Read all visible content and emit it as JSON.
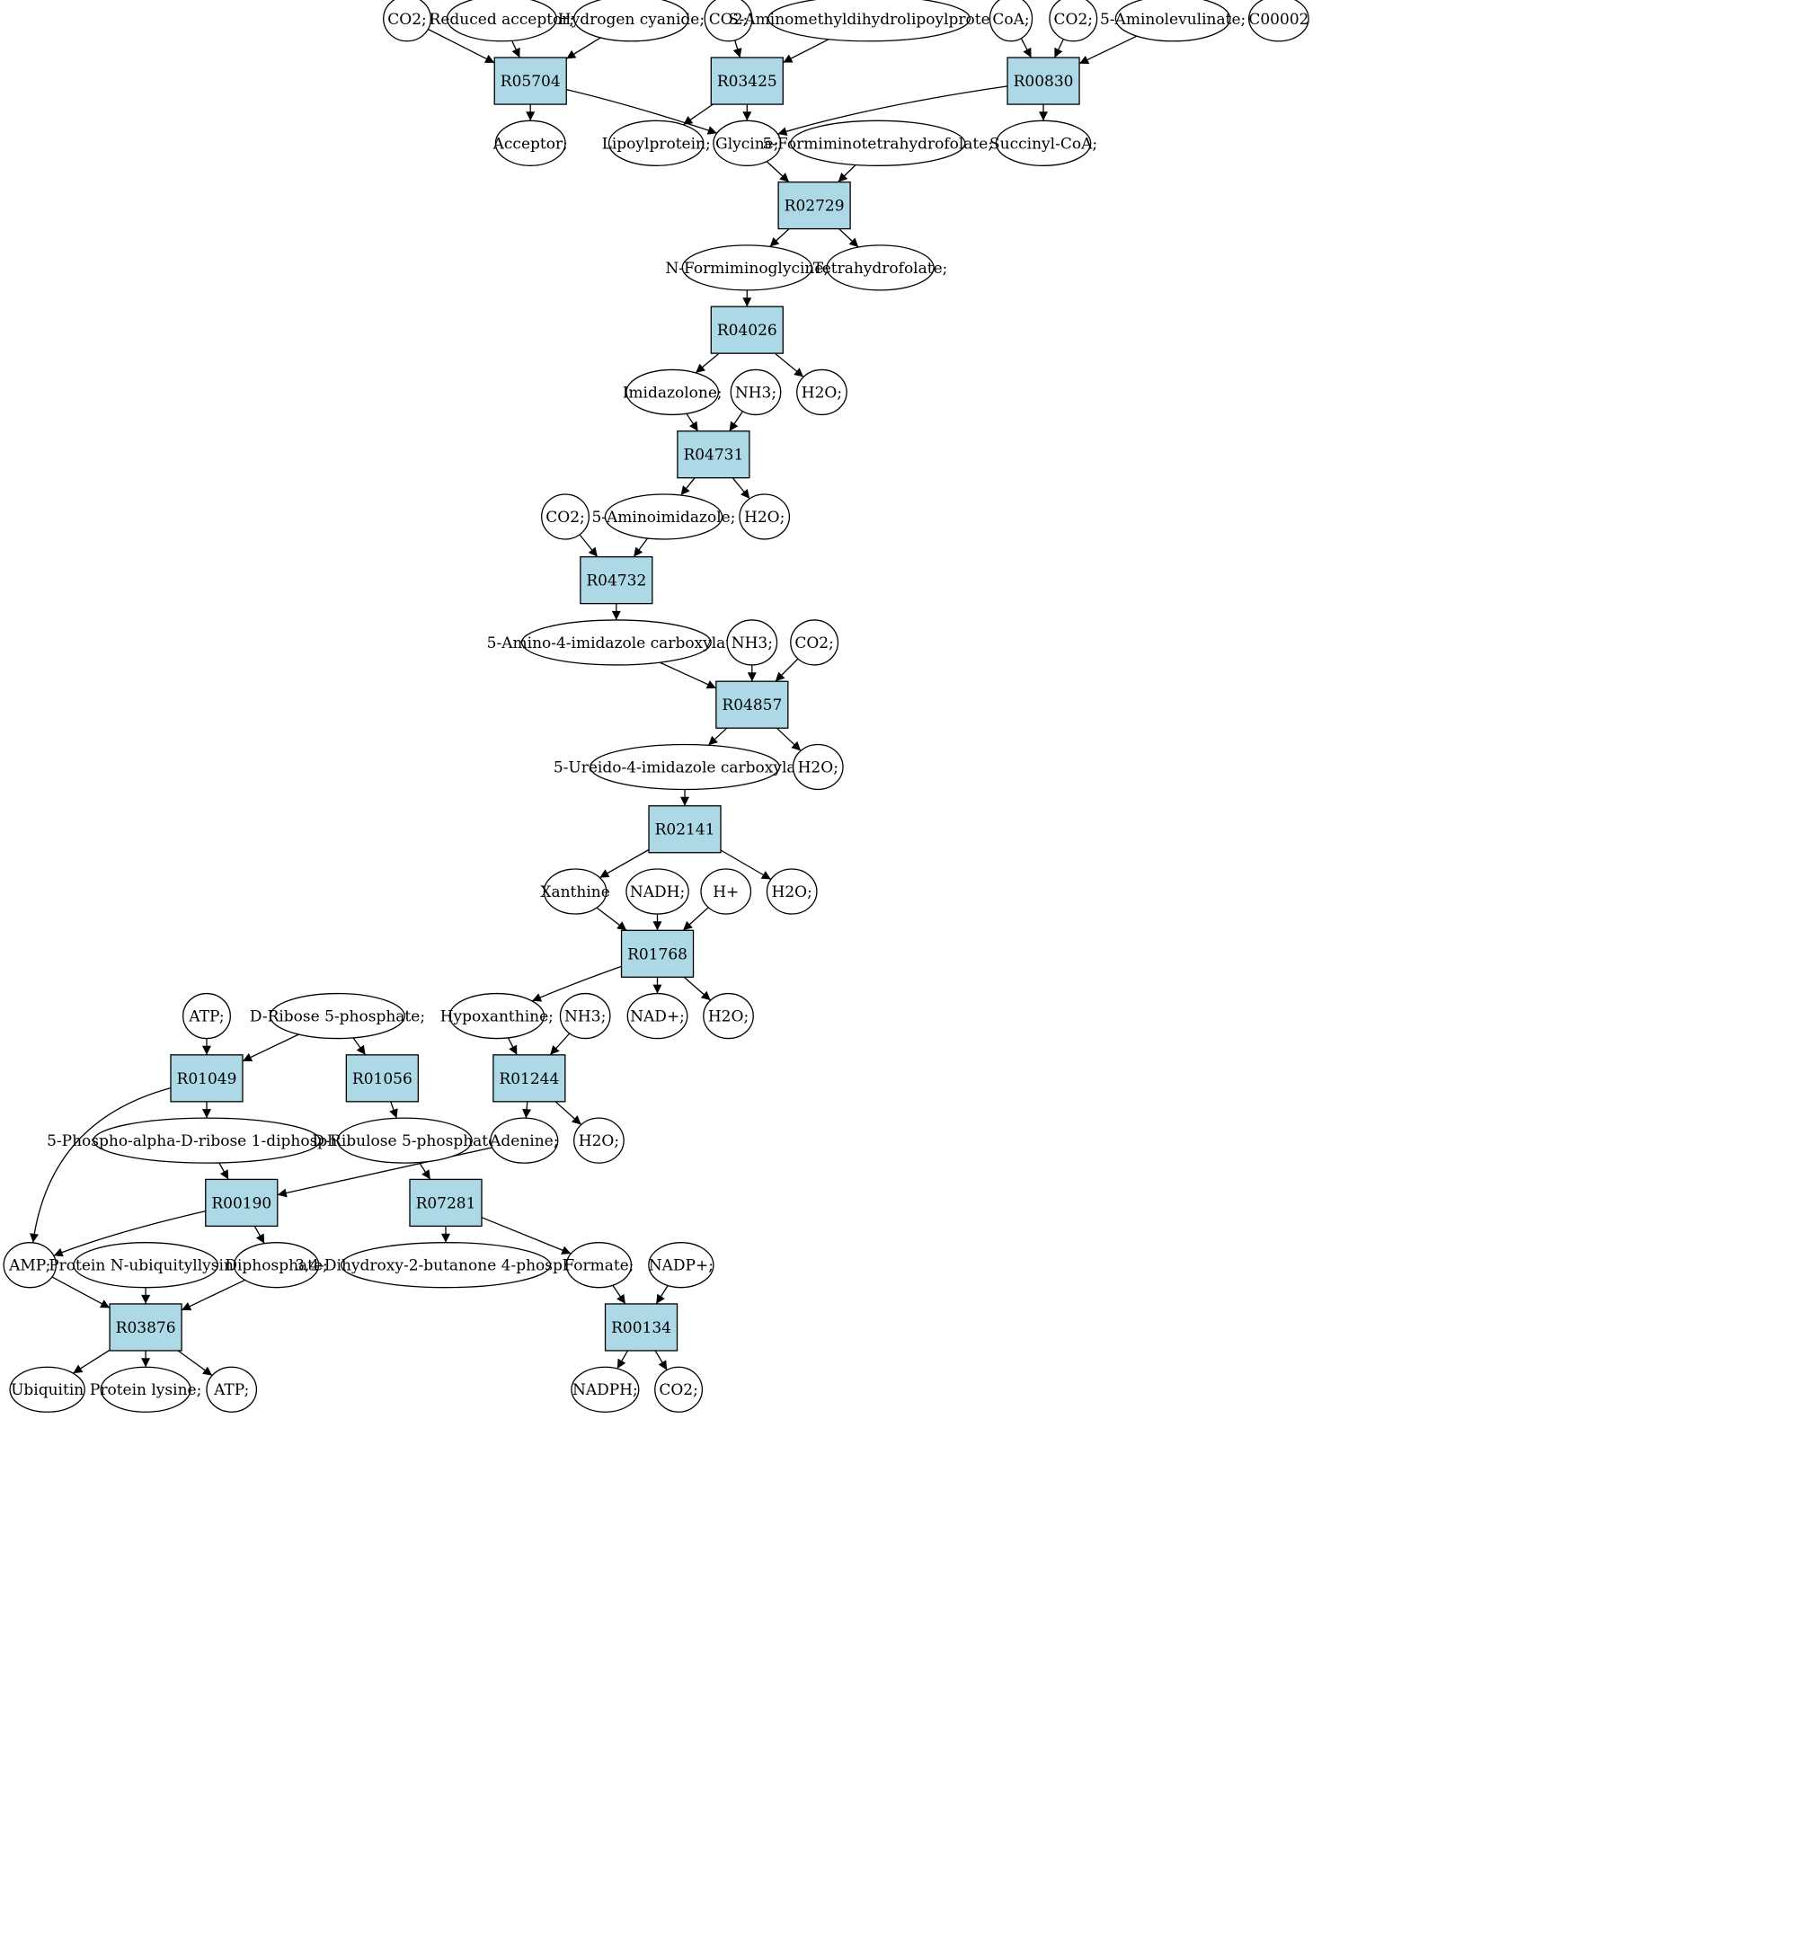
{
  "colors": {
    "reaction_fill": "#add8e6",
    "compound_fill": "#ffffff",
    "highlight_green": "#00ff00",
    "highlight_yellow": "#ffff00",
    "line": "#000000"
  },
  "reactions": [
    {
      "id": "r05704",
      "label": "R05704"
    },
    {
      "id": "r03425",
      "label": "R03425"
    },
    {
      "id": "r00830",
      "label": "R00830"
    },
    {
      "id": "r02729",
      "label": "R02729"
    },
    {
      "id": "r04026",
      "label": "R04026"
    },
    {
      "id": "r04731",
      "label": "R04731"
    },
    {
      "id": "r04732",
      "label": "R04732"
    },
    {
      "id": "r04857",
      "label": "R04857"
    },
    {
      "id": "r02141",
      "label": "R02141"
    },
    {
      "id": "r01768",
      "label": "R01768"
    },
    {
      "id": "r01049",
      "label": "R01049"
    },
    {
      "id": "r01056",
      "label": "R01056"
    },
    {
      "id": "r01244",
      "label": "R01244"
    },
    {
      "id": "r00190",
      "label": "R00190"
    },
    {
      "id": "r07281",
      "label": "R07281"
    },
    {
      "id": "r03876",
      "label": "R03876"
    },
    {
      "id": "r00134",
      "label": "R00134"
    }
  ],
  "compounds": [
    {
      "id": "c_co2_1",
      "label": "CO2;"
    },
    {
      "id": "c_redacc",
      "label": "Reduced acceptor;"
    },
    {
      "id": "c_hcn",
      "label": "Hydrogen cyanide;"
    },
    {
      "id": "c_co2_2",
      "label": "CO2;"
    },
    {
      "id": "c_samdlp",
      "label": "S-Aminomethyldihydrolipoylprotein;"
    },
    {
      "id": "c_coa",
      "label": "CoA;"
    },
    {
      "id": "c_co2_3",
      "label": "CO2;"
    },
    {
      "id": "c_ala",
      "label": "5-Aminolevulinate;"
    },
    {
      "id": "c_c00002",
      "label": "C00002",
      "highlight": "yellow"
    },
    {
      "id": "c_acceptor",
      "label": "Acceptor;"
    },
    {
      "id": "c_lipoyl",
      "label": "Lipoylprotein;"
    },
    {
      "id": "c_glycine",
      "label": "Glycine;"
    },
    {
      "id": "c_formthf",
      "label": "5-Formiminotetrahydrofolate;"
    },
    {
      "id": "c_succcoa",
      "label": "Succinyl-CoA;"
    },
    {
      "id": "c_nformgly",
      "label": "N-Formiminoglycine;"
    },
    {
      "id": "c_thf",
      "label": "Tetrahydrofolate;"
    },
    {
      "id": "c_imidazolone",
      "label": "Imidazolone;"
    },
    {
      "id": "c_nh3_1",
      "label": "NH3;"
    },
    {
      "id": "c_h2o_1",
      "label": "H2O;"
    },
    {
      "id": "c_co2_4",
      "label": "CO2;"
    },
    {
      "id": "c_aminoimid",
      "label": "5-Aminoimidazole;"
    },
    {
      "id": "c_h2o_2",
      "label": "H2O;"
    },
    {
      "id": "c_aicarbox",
      "label": "5-Amino-4-imidazole carboxylate;"
    },
    {
      "id": "c_nh3_2",
      "label": "NH3;"
    },
    {
      "id": "c_co2_5",
      "label": "CO2;"
    },
    {
      "id": "c_uicarbox",
      "label": "5-Ureido-4-imidazole carboxylate;"
    },
    {
      "id": "c_h2o_3",
      "label": "H2O;"
    },
    {
      "id": "c_xanthine",
      "label": "Xanthine"
    },
    {
      "id": "c_nadh",
      "label": "NADH;"
    },
    {
      "id": "c_hplus",
      "label": "H+"
    },
    {
      "id": "c_h2o_4",
      "label": "H2O;"
    },
    {
      "id": "c_atp_1",
      "label": "ATP;"
    },
    {
      "id": "c_r5p",
      "label": "D-Ribose 5-phosphate;",
      "highlight": "green"
    },
    {
      "id": "c_hypox",
      "label": "Hypoxanthine;"
    },
    {
      "id": "c_nh3_3",
      "label": "NH3;"
    },
    {
      "id": "c_nadplus",
      "label": "NAD+;"
    },
    {
      "id": "c_h2o_5",
      "label": "H2O;"
    },
    {
      "id": "c_prpp",
      "label": "5-Phospho-alpha-D-ribose 1-diphosphate;"
    },
    {
      "id": "c_ru5p",
      "label": "D-Ribulose 5-phosphate"
    },
    {
      "id": "c_adenine",
      "label": "Adenine;"
    },
    {
      "id": "c_h2o_6",
      "label": "H2O;"
    },
    {
      "id": "c_amp",
      "label": "AMP;"
    },
    {
      "id": "c_protnub",
      "label": "Protein N-ubiquityllysine"
    },
    {
      "id": "c_diphos",
      "label": "Diphosphate;"
    },
    {
      "id": "c_dhbp",
      "label": "3,4-Dihydroxy-2-butanone 4-phosphate"
    },
    {
      "id": "c_formate",
      "label": "Formate;"
    },
    {
      "id": "c_nadpplus",
      "label": "NADP+;"
    },
    {
      "id": "c_ubiquitin",
      "label": "Ubiquitin"
    },
    {
      "id": "c_protlys",
      "label": "Protein lysine;"
    },
    {
      "id": "c_atp_2",
      "label": "ATP;"
    },
    {
      "id": "c_nadph",
      "label": "NADPH;"
    },
    {
      "id": "c_co2_6",
      "label": "CO2;"
    }
  ],
  "edges": [
    [
      "c_co2_1",
      "r05704"
    ],
    [
      "c_redacc",
      "r05704"
    ],
    [
      "c_hcn",
      "r05704"
    ],
    [
      "r05704",
      "c_acceptor"
    ],
    [
      "r05704",
      "c_glycine"
    ],
    [
      "c_co2_2",
      "r03425"
    ],
    [
      "c_samdlp",
      "r03425"
    ],
    [
      "r03425",
      "c_lipoyl"
    ],
    [
      "r03425",
      "c_glycine"
    ],
    [
      "c_coa",
      "r00830"
    ],
    [
      "c_co2_3",
      "r00830"
    ],
    [
      "c_ala",
      "r00830"
    ],
    [
      "r00830",
      "c_glycine"
    ],
    [
      "r00830",
      "c_succcoa"
    ],
    [
      "c_glycine",
      "r02729"
    ],
    [
      "c_formthf",
      "r02729"
    ],
    [
      "r02729",
      "c_nformgly"
    ],
    [
      "r02729",
      "c_thf"
    ],
    [
      "c_nformgly",
      "r04026"
    ],
    [
      "r04026",
      "c_imidazolone"
    ],
    [
      "r04026",
      "c_h2o_1"
    ],
    [
      "c_imidazolone",
      "r04731"
    ],
    [
      "c_nh3_1",
      "r04731"
    ],
    [
      "r04731",
      "c_aminoimid"
    ],
    [
      "r04731",
      "c_h2o_2"
    ],
    [
      "c_co2_4",
      "r04732"
    ],
    [
      "c_aminoimid",
      "r04732"
    ],
    [
      "r04732",
      "c_aicarbox"
    ],
    [
      "c_aicarbox",
      "r04857"
    ],
    [
      "c_nh3_2",
      "r04857"
    ],
    [
      "c_co2_5",
      "r04857"
    ],
    [
      "r04857",
      "c_uicarbox"
    ],
    [
      "r04857",
      "c_h2o_3"
    ],
    [
      "c_uicarbox",
      "r02141"
    ],
    [
      "r02141",
      "c_xanthine"
    ],
    [
      "r02141",
      "c_h2o_4"
    ],
    [
      "c_xanthine",
      "r01768"
    ],
    [
      "c_nadh",
      "r01768"
    ],
    [
      "c_hplus",
      "r01768"
    ],
    [
      "r01768",
      "c_hypox"
    ],
    [
      "r01768",
      "c_nadplus"
    ],
    [
      "r01768",
      "c_h2o_5"
    ],
    [
      "c_atp_1",
      "r01049"
    ],
    [
      "c_r5p",
      "r01049"
    ],
    [
      "c_r5p",
      "r01056"
    ],
    [
      "r01049",
      "c_prpp"
    ],
    [
      "r01049",
      "c_amp"
    ],
    [
      "r01056",
      "c_ru5p"
    ],
    [
      "c_hypox",
      "r01244"
    ],
    [
      "c_nh3_3",
      "r01244"
    ],
    [
      "r01244",
      "c_adenine"
    ],
    [
      "r01244",
      "c_h2o_6"
    ],
    [
      "c_prpp",
      "r00190"
    ],
    [
      "c_adenine",
      "r00190"
    ],
    [
      "r00190",
      "c_amp"
    ],
    [
      "r00190",
      "c_diphos"
    ],
    [
      "c_ru5p",
      "r07281"
    ],
    [
      "r07281",
      "c_dhbp"
    ],
    [
      "r07281",
      "c_formate"
    ],
    [
      "c_amp",
      "r03876"
    ],
    [
      "c_protnub",
      "r03876"
    ],
    [
      "c_diphos",
      "r03876"
    ],
    [
      "r03876",
      "c_ubiquitin"
    ],
    [
      "r03876",
      "c_protlys"
    ],
    [
      "r03876",
      "c_atp_2"
    ],
    [
      "c_formate",
      "r00134"
    ],
    [
      "c_nadpplus",
      "r00134"
    ],
    [
      "r00134",
      "c_nadph"
    ],
    [
      "r00134",
      "c_co2_6"
    ]
  ]
}
